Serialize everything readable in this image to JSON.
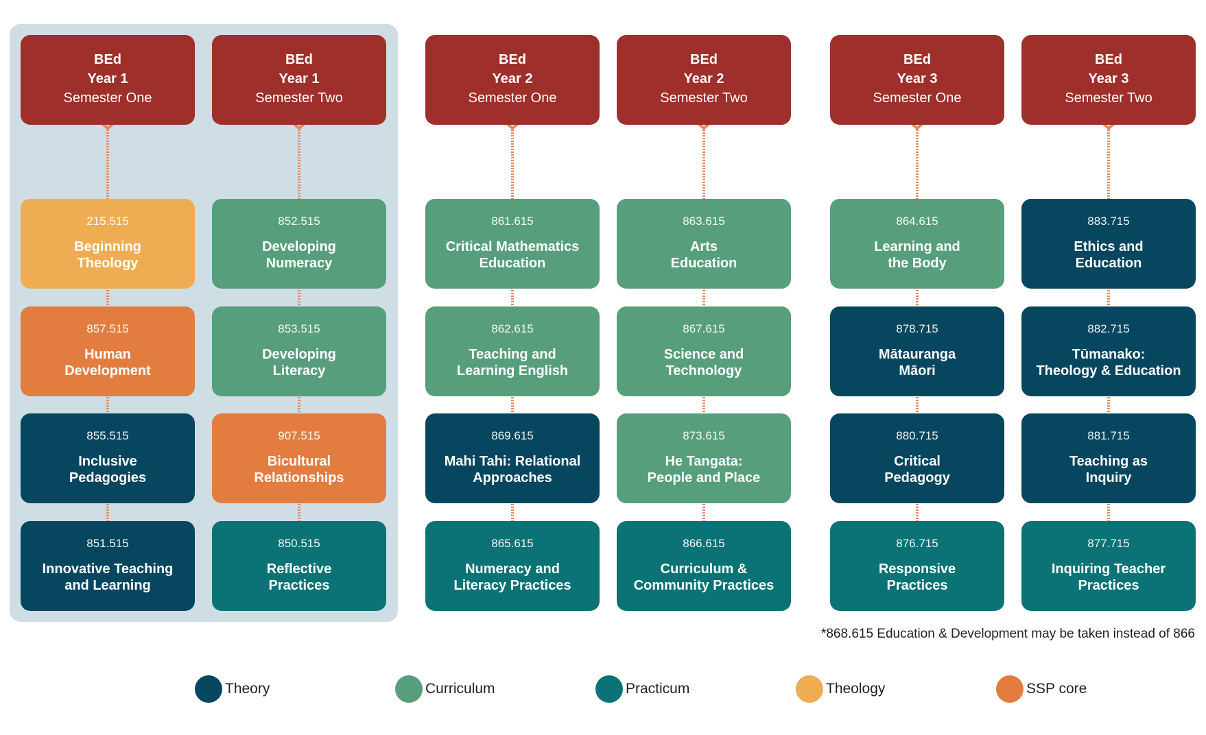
{
  "colors": {
    "header": "#9e2f2a",
    "theory": "#07465f",
    "curriculum": "#579e7d",
    "practicum": "#0b7275",
    "theology": "#eead52",
    "ssp_core": "#e27d3f",
    "year1_panel": "#cfdde5",
    "connector": "#e28a62"
  },
  "columns": [
    {
      "header": {
        "degree": "BEd",
        "year": "Year 1",
        "semester": "Semester One"
      },
      "courses": [
        {
          "code": "215.515",
          "name": "Beginning\nTheology",
          "category": "theology"
        },
        {
          "code": "857.515",
          "name": "Human\nDevelopment",
          "category": "ssp_core"
        },
        {
          "code": "855.515",
          "name": "Inclusive\nPedagogies",
          "category": "theory"
        },
        {
          "code": "851.515",
          "name": "Innovative Teaching\nand Learning",
          "category": "theory"
        }
      ]
    },
    {
      "header": {
        "degree": "BEd",
        "year": "Year 1",
        "semester": "Semester Two"
      },
      "courses": [
        {
          "code": "852.515",
          "name": "Developing\nNumeracy",
          "category": "curriculum"
        },
        {
          "code": "853.515",
          "name": "Developing\nLiteracy",
          "category": "curriculum"
        },
        {
          "code": "907.515",
          "name": "Bicultural\nRelationships",
          "category": "ssp_core"
        },
        {
          "code": "850.515",
          "name": "Reflective\nPractices",
          "category": "practicum"
        }
      ]
    },
    {
      "header": {
        "degree": "BEd",
        "year": "Year 2",
        "semester": "Semester One"
      },
      "courses": [
        {
          "code": "861.615",
          "name": "Critical Mathematics\nEducation",
          "category": "curriculum"
        },
        {
          "code": "862.615",
          "name": "Teaching and\nLearning English",
          "category": "curriculum"
        },
        {
          "code": "869.615",
          "name": "Mahi Tahi: Relational\nApproaches",
          "category": "theory"
        },
        {
          "code": "865.615",
          "name": "Numeracy and\nLiteracy Practices",
          "category": "practicum"
        }
      ]
    },
    {
      "header": {
        "degree": "BEd",
        "year": "Year 2",
        "semester": "Semester Two"
      },
      "courses": [
        {
          "code": "863.615",
          "name": "Arts\nEducation",
          "category": "curriculum"
        },
        {
          "code": "867.615",
          "name": "Science and\nTechnology",
          "category": "curriculum"
        },
        {
          "code": "873.615",
          "name": "He Tangata:\nPeople and Place",
          "category": "curriculum"
        },
        {
          "code": "866.615",
          "name": "Curriculum &\nCommunity Practices",
          "category": "practicum"
        }
      ]
    },
    {
      "header": {
        "degree": "BEd",
        "year": "Year 3",
        "semester": "Semester One"
      },
      "courses": [
        {
          "code": "864.615",
          "name": "Learning and\nthe Body",
          "category": "curriculum"
        },
        {
          "code": "878.715",
          "name": "Mātauranga\nMāori",
          "category": "theory"
        },
        {
          "code": "880.715",
          "name": "Critical\nPedagogy",
          "category": "theory"
        },
        {
          "code": "876.715",
          "name": "Responsive\nPractices",
          "category": "practicum"
        }
      ]
    },
    {
      "header": {
        "degree": "BEd",
        "year": "Year 3",
        "semester": "Semester Two"
      },
      "courses": [
        {
          "code": "883.715",
          "name": "Ethics and\nEducation",
          "category": "theory"
        },
        {
          "code": "882.715",
          "name": "Tūmanako:\nTheology & Education",
          "category": "theory"
        },
        {
          "code": "881.715",
          "name": "Teaching as\nInquiry",
          "category": "theory"
        },
        {
          "code": "877.715",
          "name": "Inquiring Teacher\nPractices",
          "category": "practicum"
        }
      ]
    }
  ],
  "footnote": "*868.615 Education & Development may be taken instead of 866",
  "legend": [
    {
      "label": "Theory",
      "category": "theory"
    },
    {
      "label": "Curriculum",
      "category": "curriculum"
    },
    {
      "label": "Practicum",
      "category": "practicum"
    },
    {
      "label": "Theology",
      "category": "theology"
    },
    {
      "label": "SSP core",
      "category": "ssp_core"
    }
  ]
}
